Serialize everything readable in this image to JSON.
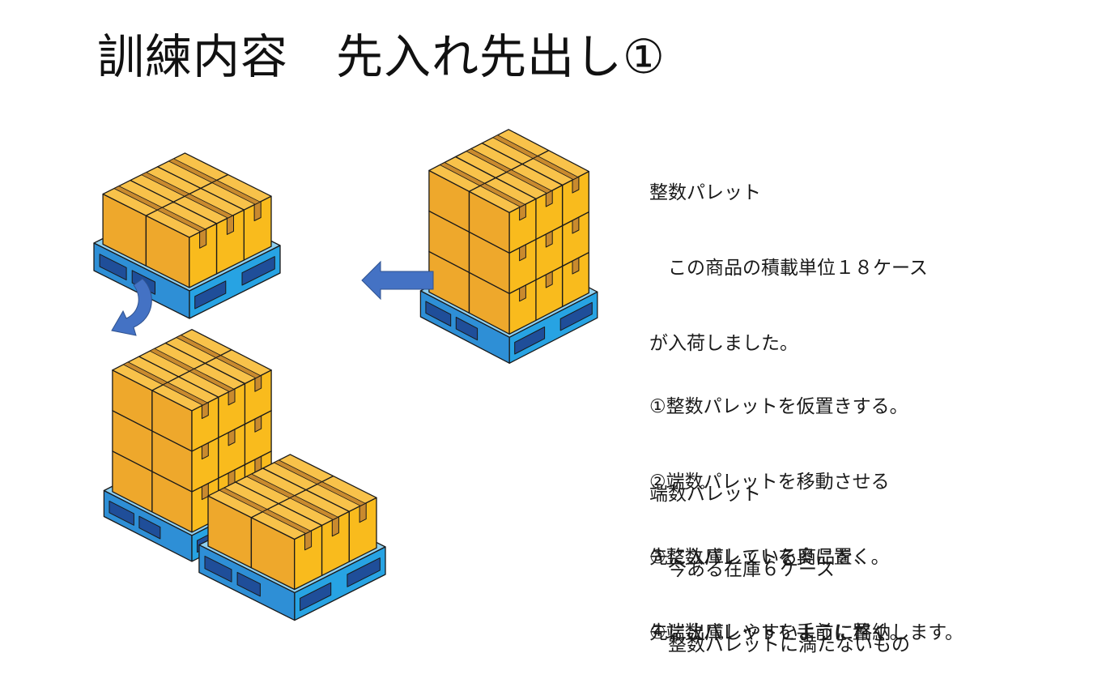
{
  "slide": {
    "title": "訓練内容　先入れ先出し①",
    "description": {
      "full_pallet_heading": "整数パレット",
      "full_pallet_line1": "　この商品の積載単位１８ケース",
      "full_pallet_line2": "が入荷しました。",
      "partial_pallet_heading": "端数パレット",
      "partial_pallet_line1": "　今ある在庫６ケース",
      "partial_pallet_line2": "　整数パレットに満たないもの"
    },
    "steps": [
      "①整数パレットを仮置きする。",
      "②端数パレットを移動させる",
      "③整数パレットを奥に置く。",
      "④端数パレットを手前に置く。"
    ],
    "conclusion": [
      "先に入庫している商品を、",
      "先に出庫しやすいように格納します。"
    ]
  },
  "illustration": {
    "colors": {
      "pallet_top": "#8fd0f0",
      "pallet_left": "#2e8fd6",
      "pallet_right": "#27a3e3",
      "pallet_slot": "#1f4e99",
      "box_top": "#f8c24a",
      "box_left": "#eea82c",
      "box_right": "#f9bb1d",
      "tape": "#c98a2e",
      "outline": "#1a1a1a",
      "arrow": "#4472c4"
    },
    "pallets": [
      {
        "name": "partial-pallet-before",
        "boxes_layers": 1,
        "case_count": 6
      },
      {
        "name": "full-pallet-incoming",
        "boxes_layers": 3,
        "case_count": 18
      },
      {
        "name": "full-pallet-stored-back",
        "boxes_layers": 3,
        "case_count": 18
      },
      {
        "name": "partial-pallet-stored-front",
        "boxes_layers": 1,
        "case_count": 6
      }
    ],
    "arrows": [
      {
        "name": "move-left-arrow",
        "direction": "left"
      },
      {
        "name": "curved-down-arrow",
        "direction": "down-left"
      }
    ]
  }
}
